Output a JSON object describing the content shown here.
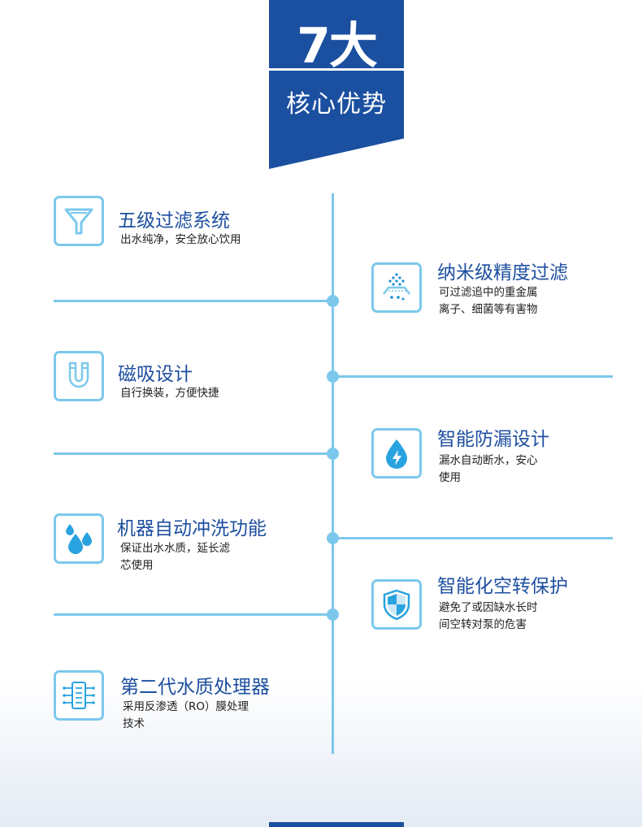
{
  "header": {
    "number": "7大",
    "subtitle": "核心优势"
  },
  "features": [
    {
      "title": "五级过滤系统",
      "desc_lines": [
        "出水纯净，安全放心饮用"
      ],
      "icon": "funnel-icon"
    },
    {
      "title": "纳米级精度过滤",
      "desc_lines": [
        "可过滤追中的重金属",
        "离子、细菌等有害物"
      ],
      "icon": "nano-filter-icon"
    },
    {
      "title": "磁吸设计",
      "desc_lines": [
        "自行换装，方便快捷"
      ],
      "icon": "magnet-icon"
    },
    {
      "title": "智能防漏设计",
      "desc_lines": [
        "漏水自动断水，安心",
        "使用"
      ],
      "icon": "leak-guard-icon"
    },
    {
      "title": "机器自动冲洗功能",
      "desc_lines": [
        "保证出水水质，延长滤",
        "芯使用"
      ],
      "icon": "water-drops-icon"
    },
    {
      "title": "智能化空转保护",
      "desc_lines": [
        "避免了或因缺水长时",
        "间空转对泵的危害"
      ],
      "icon": "shield-icon"
    },
    {
      "title": "第二代水质处理器",
      "desc_lines": [
        "采用反渗透（RO）膜处理",
        "技术"
      ],
      "icon": "processor-icon"
    }
  ],
  "colors": {
    "brand_blue": "#1b4fa0",
    "title_blue": "#1e4fa0",
    "line_light_blue": "#7cc8ec"
  }
}
